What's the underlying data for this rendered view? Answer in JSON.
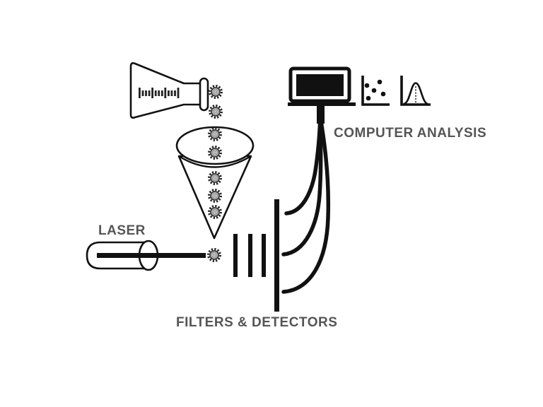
{
  "labels": {
    "laser": "LASER",
    "computer_analysis": "COMPUTER ANALYSIS",
    "filters_detectors": "FILTERS & DETECTORS"
  },
  "colors": {
    "line_stroke": "#111111",
    "label_text": "#555555",
    "background": "#ffffff",
    "cell_body": "#c8c8c8",
    "cell_center": "#f0f0f0"
  },
  "icons": {
    "flask": "erlenmeyer-flask-icon",
    "cell": "cell-icon",
    "funnel": "funnel-icon",
    "laser_device": "laser-icon",
    "laser_beam": "laser-beam",
    "filters": "filter-bar-icon",
    "detector": "detector-plate-icon",
    "cables": "cable-line",
    "monitor": "computer-monitor-icon",
    "scatter_plot": "scatter-plot-icon",
    "histogram": "histogram-curve-icon"
  },
  "cell_count": 8
}
